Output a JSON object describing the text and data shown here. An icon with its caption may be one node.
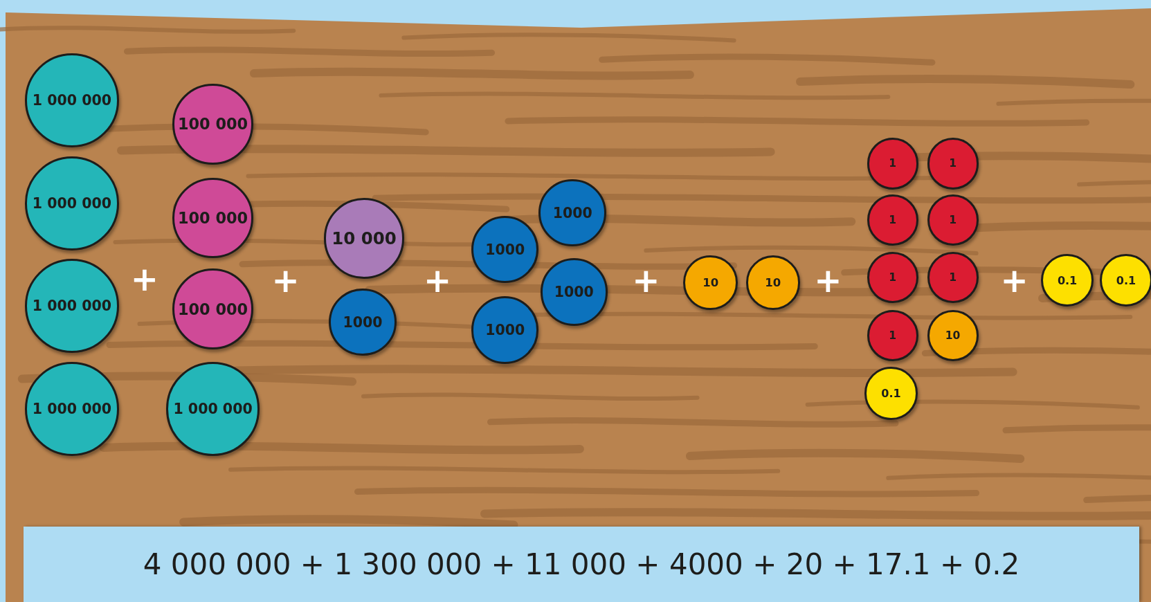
{
  "diagram": {
    "nodes": [
      {
        "text": [
          "1 000 000"
        ]
      },
      {
        "text": [
          "1 000 000"
        ]
      },
      {
        "text": [
          "1 000 000"
        ]
      },
      {
        "text": [
          "1 000 000"
        ]
      },
      {
        "text": [
          "100 000"
        ]
      },
      {
        "text": [
          "100 000"
        ]
      },
      {
        "text": [
          "100 000"
        ]
      },
      {
        "text": [
          "1 000 000"
        ]
      },
      {
        "text": [
          "10 000"
        ]
      },
      {
        "text": [
          "1000"
        ]
      },
      {
        "text": [
          "1000"
        ]
      },
      {
        "text": [
          "1000"
        ]
      },
      {
        "text": [
          "1000"
        ]
      },
      {
        "text": [
          "1000"
        ]
      },
      {
        "text": [
          "10"
        ]
      },
      {
        "text": [
          "10"
        ]
      },
      {
        "text": [
          "1"
        ]
      },
      {
        "text": [
          "1"
        ]
      },
      {
        "text": [
          "1"
        ]
      },
      {
        "text": [
          "1"
        ]
      },
      {
        "text": [
          "1"
        ]
      },
      {
        "text": [
          "1"
        ]
      },
      {
        "text": [
          "1"
        ]
      },
      {
        "text": [
          "10"
        ]
      },
      {
        "text": [
          "0.1"
        ]
      },
      {
        "text": [
          "0.1"
        ]
      },
      {
        "text": [
          "0.1"
        ]
      }
    ],
    "labels": [
      "+",
      "+",
      "+",
      "+",
      "+",
      "+",
      "4 000 000 + 1 300 000 + 11 000 + 4000 + 20 + 17.1 + 0.2"
    ]
  }
}
